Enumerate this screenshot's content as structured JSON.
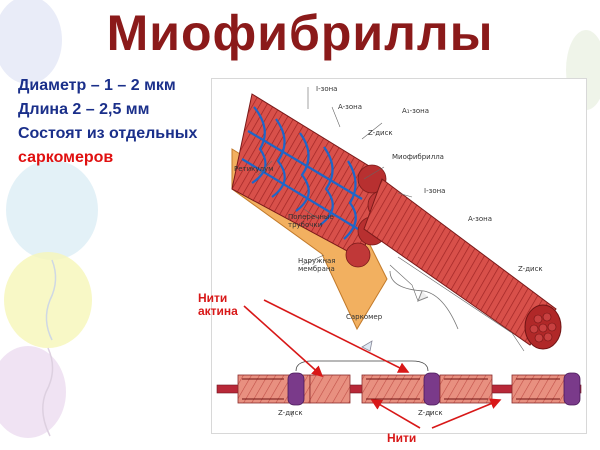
{
  "title": "Миофибриллы",
  "info": {
    "line1": "Диаметр – 1 – 2 мкм",
    "line2": "Длина 2 – 2,5 мм",
    "line3": "Состоят из отдельных",
    "line4": "саркомеров"
  },
  "diagram": {
    "i_zone_top": "I-зона",
    "a_zone_top": "A-зона",
    "a_zone_right": "A₁-зона",
    "z_disk_top": "Z-диск",
    "myofibril": "Миофибрилла",
    "reticulum": "Ретикулум",
    "t_tubules": "Поперечные трубочки",
    "i_zone_mid": "I-зона",
    "a_zone_mid": "A-зона",
    "outer_membrane": "Наружная мембрана",
    "z_disk_right": "Z-диск",
    "sarcomere": "Саркомер",
    "z_disk_bottom1": "Z-диск",
    "z_disk_bottom2": "Z-диск"
  },
  "actin_label": "Нити актина",
  "myosin_label": "Нити"
}
